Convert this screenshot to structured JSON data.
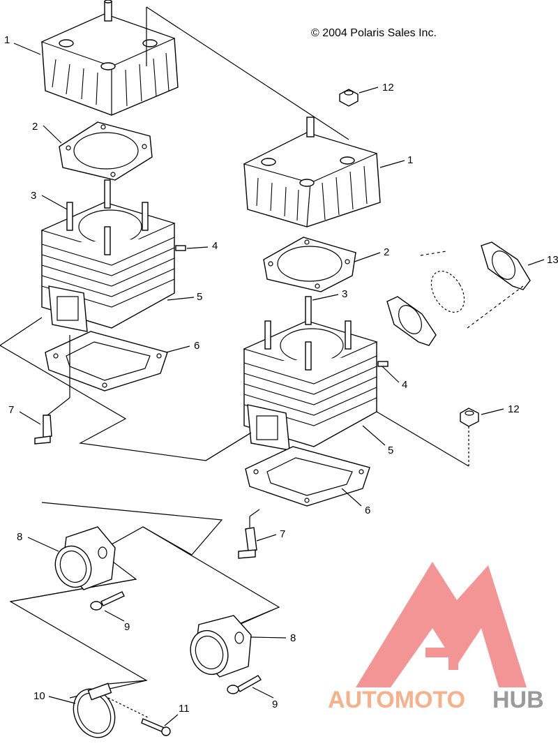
{
  "copyright": "© 2004 Polaris Sales Inc.",
  "labels": {
    "l1a": "1",
    "l1b": "1",
    "l2a": "2",
    "l2b": "2",
    "l3a": "3",
    "l3b": "3",
    "l4a": "4",
    "l4b": "4",
    "l5a": "5",
    "l5b": "5",
    "l6a": "6",
    "l6b": "6",
    "l7a": "7",
    "l7b": "7",
    "l8a": "8",
    "l8b": "8",
    "l9a": "9",
    "l9b": "9",
    "l10": "10",
    "l11": "11",
    "l12a": "12",
    "l12b": "12",
    "l13": "13"
  },
  "watermark": {
    "part1": "AUTOMOTO",
    "part2": "HUB",
    "color1": "#f6b08a",
    "color2": "#9a9a9a",
    "logo_color": "#f28a8a"
  }
}
